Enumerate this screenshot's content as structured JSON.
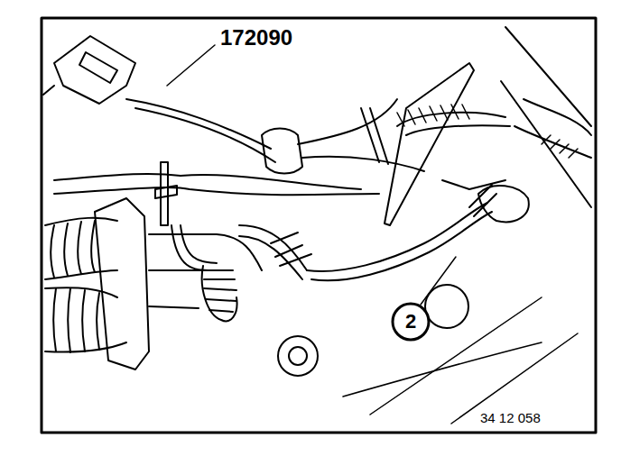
{
  "diagram": {
    "labels": [
      "172090",
      "2",
      "34 12 058"
    ]
  }
}
